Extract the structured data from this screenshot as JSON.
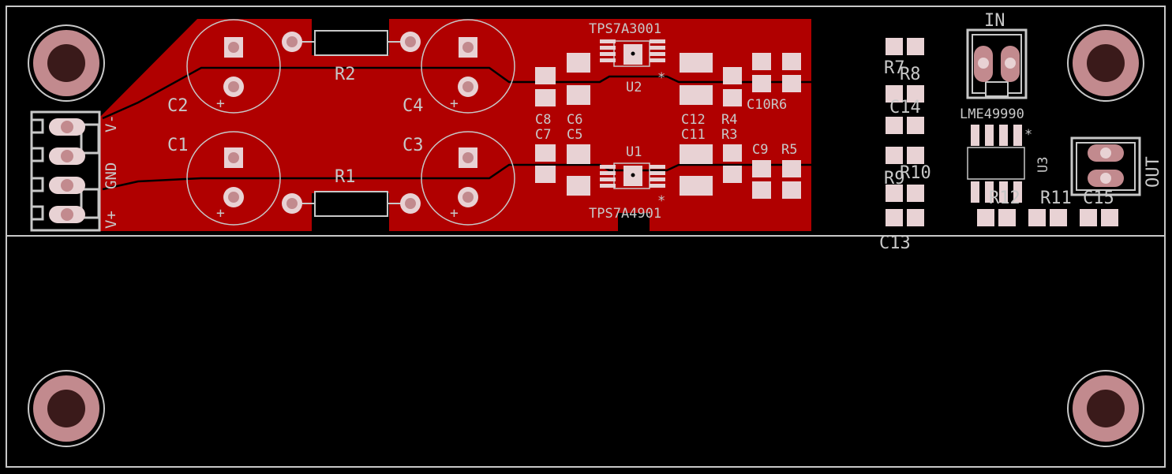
{
  "colors": {
    "background": "#000000",
    "copper": "#b00000",
    "silkscreen": "#c8c8c8",
    "pad": "#e8d2d4",
    "hole_ring": "#c28a8e",
    "hole": "#3a1a1a",
    "trace": "#000000"
  },
  "labels": {
    "c1": "C1",
    "c2": "C2",
    "c3": "C3",
    "c4": "C4",
    "r1": "R1",
    "r2": "R2",
    "c5": "C5",
    "c6": "C6",
    "c7": "C7",
    "c8": "C8",
    "c9": "C9",
    "c10r6": "C10R6",
    "c11": "C11",
    "c12": "C12",
    "r3": "R3",
    "r4": "R4",
    "r5": "R5",
    "u1": "U1",
    "u2": "U2",
    "tps_pos": "TPS7A4901",
    "tps_neg": "TPS7A3001",
    "r7": "R7",
    "r8": "R8",
    "c14": "C14",
    "r9": "R9",
    "r10": "R10",
    "c13": "C13",
    "in": "IN",
    "out": "OUT",
    "lme": "LME49990",
    "u3": "U3",
    "r12": "R12",
    "r11": "R11",
    "c15": "C15",
    "vminus": "V-",
    "gnd": "GND",
    "vplus": "V+",
    "plus": "+",
    "pin1_marker": "*"
  }
}
